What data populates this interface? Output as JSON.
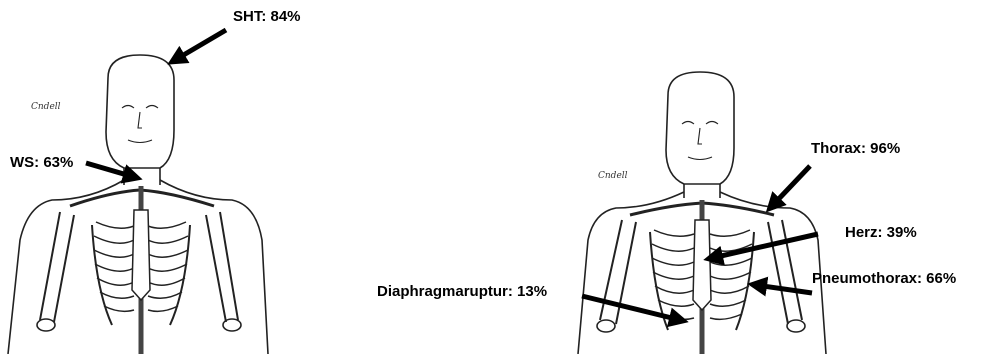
{
  "figures": [
    {
      "id": "left-figure",
      "signature": "Cndell",
      "annotations": [
        {
          "key": "sht",
          "text": "SHT: 84%"
        },
        {
          "key": "ws",
          "text": "WS: 63%"
        }
      ]
    },
    {
      "id": "right-figure",
      "signature": "Cndell",
      "annotations": [
        {
          "key": "thorax",
          "text": "Thorax: 96%"
        },
        {
          "key": "herz",
          "text": "Herz: 39%"
        },
        {
          "key": "pneumothorax",
          "text": "Pneumothorax: 66%"
        },
        {
          "key": "diaphragmaruptur",
          "text": "Diaphragmaruptur: 13%"
        }
      ]
    }
  ],
  "colors": {
    "line": "#000000",
    "background": "#ffffff"
  }
}
